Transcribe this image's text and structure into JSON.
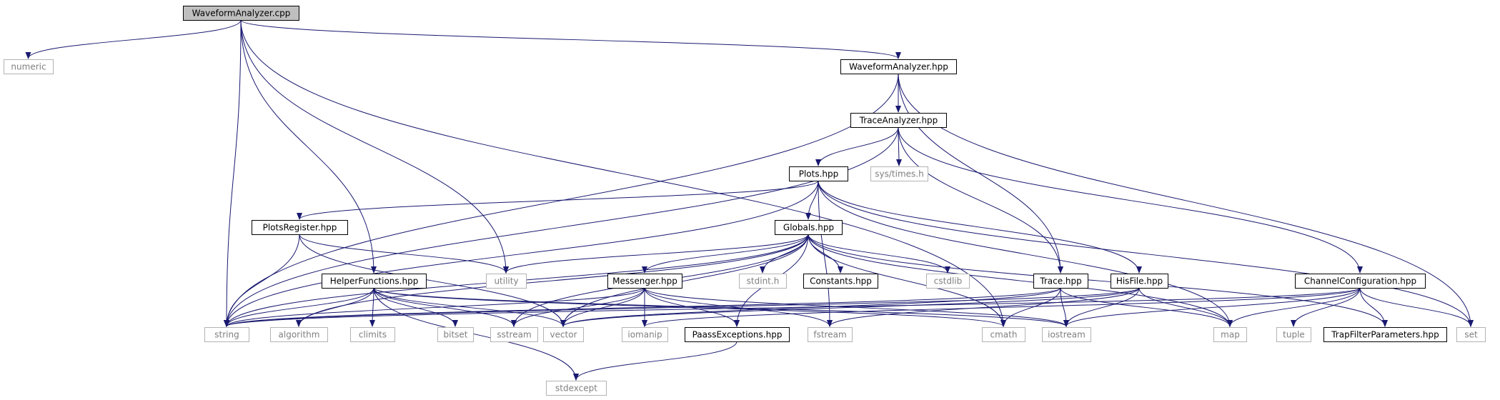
{
  "graph": {
    "colors": {
      "edge": "#191970",
      "node_border_primary": "#000000",
      "node_border_secondary": "#b3b3b3",
      "node_fill_root": "#bfbfbf",
      "node_fill": "#ffffff",
      "text_primary": "#000000",
      "text_secondary": "#808080"
    },
    "nodes": [
      {
        "id": "waveformanalyzer-cpp",
        "label": "WaveformAnalyzer.cpp",
        "kind": "root"
      },
      {
        "id": "numeric",
        "label": "numeric",
        "kind": "system"
      },
      {
        "id": "waveformanalyzer-hpp",
        "label": "WaveformAnalyzer.hpp",
        "kind": "project"
      },
      {
        "id": "traceanalyzer-hpp",
        "label": "TraceAnalyzer.hpp",
        "kind": "project"
      },
      {
        "id": "sys-times-h",
        "label": "sys/times.h",
        "kind": "system"
      },
      {
        "id": "plots-hpp",
        "label": "Plots.hpp",
        "kind": "project"
      },
      {
        "id": "plotsregister-hpp",
        "label": "PlotsRegister.hpp",
        "kind": "project"
      },
      {
        "id": "globals-hpp",
        "label": "Globals.hpp",
        "kind": "project"
      },
      {
        "id": "utility",
        "label": "utility",
        "kind": "system"
      },
      {
        "id": "stdint-h",
        "label": "stdint.h",
        "kind": "system"
      },
      {
        "id": "constants-hpp",
        "label": "Constants.hpp",
        "kind": "project"
      },
      {
        "id": "cstdlib",
        "label": "cstdlib",
        "kind": "system"
      },
      {
        "id": "helperfunctions-hpp",
        "label": "HelperFunctions.hpp",
        "kind": "project"
      },
      {
        "id": "messenger-hpp",
        "label": "Messenger.hpp",
        "kind": "project"
      },
      {
        "id": "trace-hpp",
        "label": "Trace.hpp",
        "kind": "project"
      },
      {
        "id": "hisfile-hpp",
        "label": "HisFile.hpp",
        "kind": "project"
      },
      {
        "id": "channelconfiguration-hpp",
        "label": "ChannelConfiguration.hpp",
        "kind": "project"
      },
      {
        "id": "string",
        "label": "string",
        "kind": "system"
      },
      {
        "id": "algorithm",
        "label": "algorithm",
        "kind": "system"
      },
      {
        "id": "climits",
        "label": "climits",
        "kind": "system"
      },
      {
        "id": "bitset",
        "label": "bitset",
        "kind": "system"
      },
      {
        "id": "sstream",
        "label": "sstream",
        "kind": "system"
      },
      {
        "id": "vector",
        "label": "vector",
        "kind": "system"
      },
      {
        "id": "iomanip",
        "label": "iomanip",
        "kind": "system"
      },
      {
        "id": "paassexceptions-hpp",
        "label": "PaassExceptions.hpp",
        "kind": "project"
      },
      {
        "id": "fstream",
        "label": "fstream",
        "kind": "system"
      },
      {
        "id": "cmath",
        "label": "cmath",
        "kind": "system"
      },
      {
        "id": "iostream",
        "label": "iostream",
        "kind": "system"
      },
      {
        "id": "map",
        "label": "map",
        "kind": "system"
      },
      {
        "id": "tuple",
        "label": "tuple",
        "kind": "system"
      },
      {
        "id": "trapfilterparameters-hpp",
        "label": "TrapFilterParameters.hpp",
        "kind": "project"
      },
      {
        "id": "set",
        "label": "set",
        "kind": "system"
      },
      {
        "id": "stdexcept",
        "label": "stdexcept",
        "kind": "system"
      }
    ],
    "edges": [
      {
        "from": "waveformanalyzer-cpp",
        "to": "numeric"
      },
      {
        "from": "waveformanalyzer-cpp",
        "to": "waveformanalyzer-hpp"
      },
      {
        "from": "waveformanalyzer-cpp",
        "to": "string"
      },
      {
        "from": "waveformanalyzer-cpp",
        "to": "helperfunctions-hpp"
      },
      {
        "from": "waveformanalyzer-cpp",
        "to": "utility"
      },
      {
        "from": "waveformanalyzer-cpp",
        "to": "cmath"
      },
      {
        "from": "waveformanalyzer-hpp",
        "to": "traceanalyzer-hpp"
      },
      {
        "from": "waveformanalyzer-hpp",
        "to": "string"
      },
      {
        "from": "waveformanalyzer-hpp",
        "to": "trace-hpp"
      },
      {
        "from": "waveformanalyzer-hpp",
        "to": "set"
      },
      {
        "from": "traceanalyzer-hpp",
        "to": "plots-hpp"
      },
      {
        "from": "traceanalyzer-hpp",
        "to": "sys-times-h"
      },
      {
        "from": "traceanalyzer-hpp",
        "to": "string"
      },
      {
        "from": "traceanalyzer-hpp",
        "to": "trace-hpp"
      },
      {
        "from": "traceanalyzer-hpp",
        "to": "channelconfiguration-hpp"
      },
      {
        "from": "plots-hpp",
        "to": "plotsregister-hpp"
      },
      {
        "from": "plots-hpp",
        "to": "globals-hpp"
      },
      {
        "from": "plots-hpp",
        "to": "string"
      },
      {
        "from": "plots-hpp",
        "to": "fstream"
      },
      {
        "from": "plots-hpp",
        "to": "hisfile-hpp"
      },
      {
        "from": "plots-hpp",
        "to": "map"
      },
      {
        "from": "plots-hpp",
        "to": "set"
      },
      {
        "from": "plotsregister-hpp",
        "to": "string"
      },
      {
        "from": "plotsregister-hpp",
        "to": "utility"
      },
      {
        "from": "plotsregister-hpp",
        "to": "vector"
      },
      {
        "from": "globals-hpp",
        "to": "utility"
      },
      {
        "from": "globals-hpp",
        "to": "stdint-h"
      },
      {
        "from": "globals-hpp",
        "to": "constants-hpp"
      },
      {
        "from": "globals-hpp",
        "to": "cstdlib"
      },
      {
        "from": "globals-hpp",
        "to": "messenger-hpp"
      },
      {
        "from": "globals-hpp",
        "to": "string"
      },
      {
        "from": "globals-hpp",
        "to": "algorithm"
      },
      {
        "from": "globals-hpp",
        "to": "sstream"
      },
      {
        "from": "globals-hpp",
        "to": "vector"
      },
      {
        "from": "globals-hpp",
        "to": "paassexceptions-hpp"
      },
      {
        "from": "globals-hpp",
        "to": "cmath"
      },
      {
        "from": "globals-hpp",
        "to": "map"
      },
      {
        "from": "globals-hpp",
        "to": "trapfilterparameters-hpp"
      },
      {
        "from": "helperfunctions-hpp",
        "to": "string"
      },
      {
        "from": "helperfunctions-hpp",
        "to": "algorithm"
      },
      {
        "from": "helperfunctions-hpp",
        "to": "climits"
      },
      {
        "from": "helperfunctions-hpp",
        "to": "bitset"
      },
      {
        "from": "helperfunctions-hpp",
        "to": "sstream"
      },
      {
        "from": "helperfunctions-hpp",
        "to": "vector"
      },
      {
        "from": "helperfunctions-hpp",
        "to": "stdexcept"
      },
      {
        "from": "helperfunctions-hpp",
        "to": "cmath"
      },
      {
        "from": "helperfunctions-hpp",
        "to": "iostream"
      },
      {
        "from": "messenger-hpp",
        "to": "string"
      },
      {
        "from": "messenger-hpp",
        "to": "sstream"
      },
      {
        "from": "messenger-hpp",
        "to": "vector"
      },
      {
        "from": "messenger-hpp",
        "to": "iomanip"
      },
      {
        "from": "messenger-hpp",
        "to": "paassexceptions-hpp"
      },
      {
        "from": "messenger-hpp",
        "to": "fstream"
      },
      {
        "from": "messenger-hpp",
        "to": "iostream"
      },
      {
        "from": "trace-hpp",
        "to": "string"
      },
      {
        "from": "trace-hpp",
        "to": "vector"
      },
      {
        "from": "trace-hpp",
        "to": "cmath"
      },
      {
        "from": "trace-hpp",
        "to": "iostream"
      },
      {
        "from": "trace-hpp",
        "to": "map"
      },
      {
        "from": "hisfile-hpp",
        "to": "string"
      },
      {
        "from": "hisfile-hpp",
        "to": "vector"
      },
      {
        "from": "hisfile-hpp",
        "to": "fstream"
      },
      {
        "from": "hisfile-hpp",
        "to": "iostream"
      },
      {
        "from": "hisfile-hpp",
        "to": "map"
      },
      {
        "from": "channelconfiguration-hpp",
        "to": "string"
      },
      {
        "from": "channelconfiguration-hpp",
        "to": "iomanip"
      },
      {
        "from": "channelconfiguration-hpp",
        "to": "iostream"
      },
      {
        "from": "channelconfiguration-hpp",
        "to": "map"
      },
      {
        "from": "channelconfiguration-hpp",
        "to": "tuple"
      },
      {
        "from": "channelconfiguration-hpp",
        "to": "trapfilterparameters-hpp"
      },
      {
        "from": "channelconfiguration-hpp",
        "to": "set"
      },
      {
        "from": "paassexceptions-hpp",
        "to": "stdexcept"
      }
    ]
  }
}
